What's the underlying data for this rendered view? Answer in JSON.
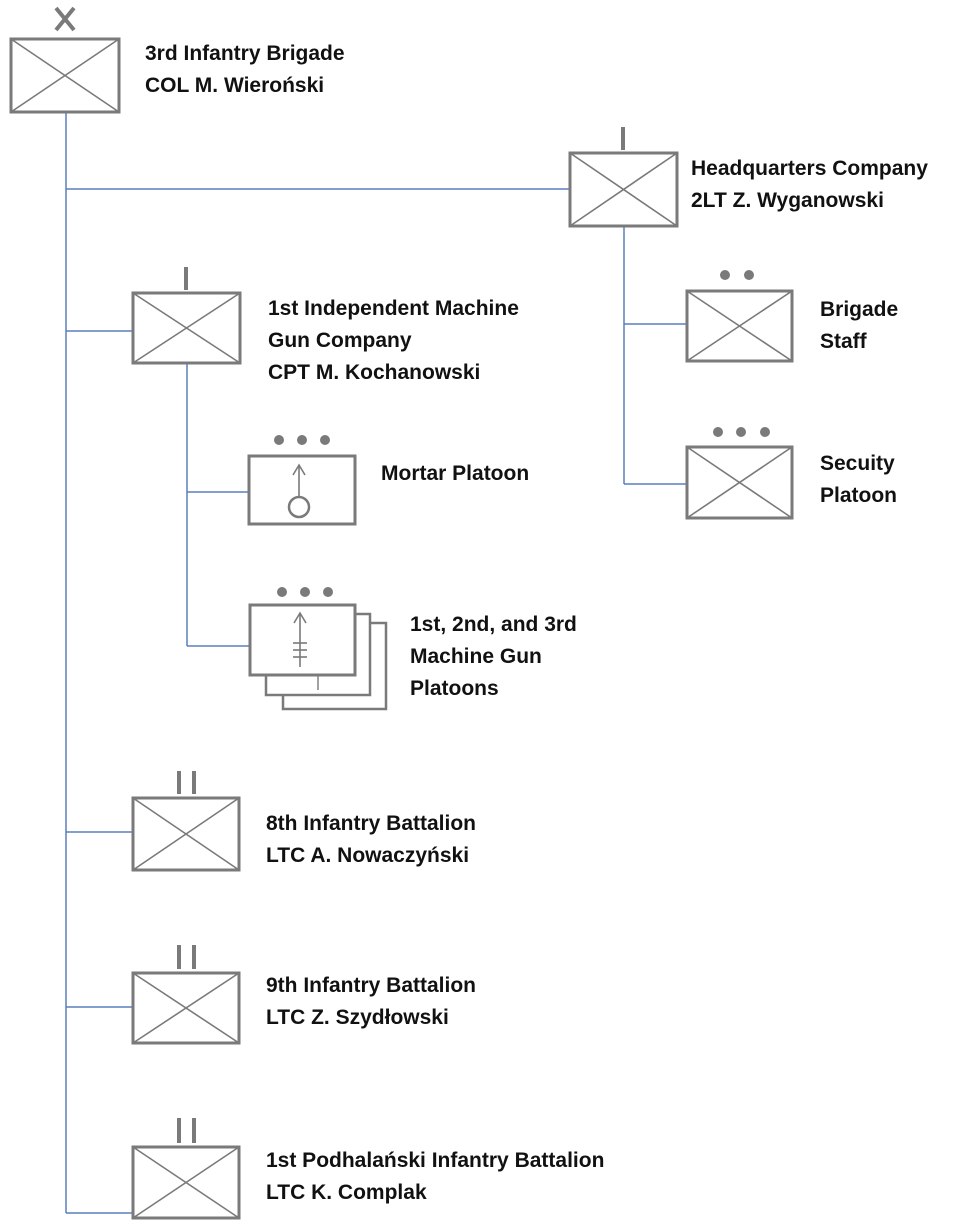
{
  "diagram": {
    "colors": {
      "connector": "#5b7fbd",
      "symbol_stroke": "#7a7a7a",
      "text": "#111111",
      "background": "#ffffff"
    },
    "units": [
      {
        "id": "brigade",
        "echelon": "X",
        "symbol": "infantry",
        "lines": [
          "3rd Infantry Brigade",
          "COL M. Wieroński"
        ]
      },
      {
        "id": "hq-company",
        "echelon": "I",
        "symbol": "infantry",
        "lines": [
          "Headquarters Company",
          "2LT Z. Wyganowski"
        ]
      },
      {
        "id": "brigade-staff",
        "echelon": "••",
        "symbol": "infantry",
        "lines": [
          "Brigade",
          "Staff"
        ]
      },
      {
        "id": "security-platoon",
        "echelon": "•••",
        "symbol": "infantry",
        "lines": [
          "Secuity",
          "Platoon"
        ]
      },
      {
        "id": "mg-company",
        "echelon": "I",
        "symbol": "infantry",
        "lines": [
          "1st Independent  Machine",
          "Gun Company",
          "CPT M. Kochanowski"
        ]
      },
      {
        "id": "mortar-platoon",
        "echelon": "•••",
        "symbol": "mortar",
        "lines": [
          "Mortar Platoon"
        ]
      },
      {
        "id": "mg-platoons",
        "echelon": "•••",
        "symbol": "machine-gun",
        "lines": [
          "1st, 2nd, and 3rd",
          "Machine Gun",
          "Platoons"
        ]
      },
      {
        "id": "8th-battalion",
        "echelon": "II",
        "symbol": "infantry",
        "lines": [
          "8th Infantry Battalion",
          "LTC A. Nowaczyński"
        ]
      },
      {
        "id": "9th-battalion",
        "echelon": "II",
        "symbol": "infantry",
        "lines": [
          "9th Infantry Battalion",
          "LTC Z. Szydłowski"
        ]
      },
      {
        "id": "podhalanski-battalion",
        "echelon": "II",
        "symbol": "infantry",
        "lines": [
          "1st Podhalański  Infantry Battalion",
          "LTC K. Complak"
        ]
      }
    ],
    "edges": [
      [
        "brigade",
        "hq-company"
      ],
      [
        "brigade",
        "mg-company"
      ],
      [
        "brigade",
        "8th-battalion"
      ],
      [
        "brigade",
        "9th-battalion"
      ],
      [
        "brigade",
        "podhalanski-battalion"
      ],
      [
        "hq-company",
        "brigade-staff"
      ],
      [
        "hq-company",
        "security-platoon"
      ],
      [
        "mg-company",
        "mortar-platoon"
      ],
      [
        "mg-company",
        "mg-platoons"
      ]
    ]
  }
}
